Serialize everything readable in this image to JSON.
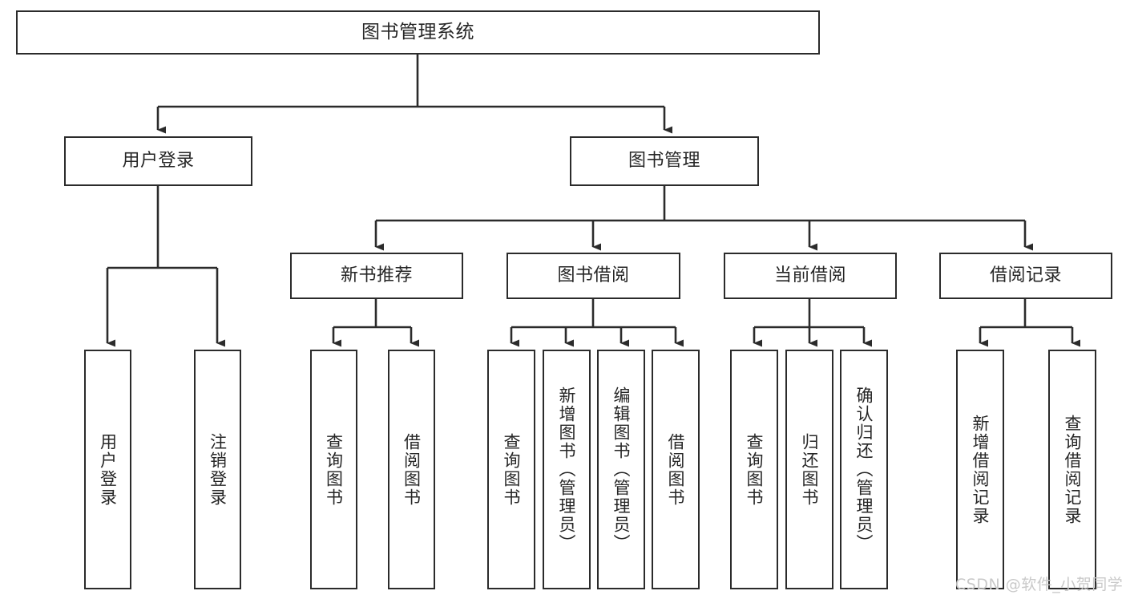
{
  "diagram": {
    "title": "图书管理系统",
    "type": "tree-hierarchy",
    "style": {
      "box_border_color": "#2b2b2b",
      "box_fill_color": "#ffffff",
      "edge_color": "#2b2b2b",
      "text_color": "#262626",
      "background": "#ffffff",
      "watermark_color": "#c9c9c9"
    },
    "levels": {
      "root": "图书管理系统",
      "level2": [
        "用户登录",
        "图书管理"
      ],
      "level3": [
        "新书推荐",
        "图书借阅",
        "当前借阅",
        "借阅记录"
      ]
    },
    "nodes": {
      "root": {
        "label": "图书管理系统"
      },
      "user_login": {
        "label": "用户登录"
      },
      "book_manage": {
        "label": "图书管理"
      },
      "new_book_rec": {
        "label": "新书推荐"
      },
      "book_borrow": {
        "label": "图书借阅"
      },
      "current_borrow": {
        "label": "当前借阅"
      },
      "borrow_record": {
        "label": "借阅记录"
      },
      "leaf_user_login": {
        "label": "用户登录"
      },
      "leaf_logout": {
        "label": "注销登录"
      },
      "leaf_query_book_1": {
        "label": "查询图书"
      },
      "leaf_borrow_book_1": {
        "label": "借阅图书"
      },
      "leaf_query_book_2": {
        "label": "查询图书"
      },
      "leaf_add_book_admin": {
        "label": "新增图书（管理员）"
      },
      "leaf_edit_book_admin": {
        "label": "编辑图书（管理员）"
      },
      "leaf_borrow_book_2": {
        "label": "借阅图书"
      },
      "leaf_query_book_3": {
        "label": "查询图书"
      },
      "leaf_return_book": {
        "label": "归还图书"
      },
      "leaf_confirm_return_admin": {
        "label": "确认归还（管理员）"
      },
      "leaf_add_borrow_record": {
        "label": "新增借阅记录"
      },
      "leaf_query_borrow_record": {
        "label": "查询借阅记录"
      }
    },
    "edges": [
      {
        "from": "root",
        "to": "user_login"
      },
      {
        "from": "root",
        "to": "book_manage"
      },
      {
        "from": "user_login",
        "to": "leaf_user_login"
      },
      {
        "from": "user_login",
        "to": "leaf_logout"
      },
      {
        "from": "book_manage",
        "to": "new_book_rec"
      },
      {
        "from": "book_manage",
        "to": "book_borrow"
      },
      {
        "from": "book_manage",
        "to": "current_borrow"
      },
      {
        "from": "book_manage",
        "to": "borrow_record"
      },
      {
        "from": "new_book_rec",
        "to": "leaf_query_book_1"
      },
      {
        "from": "new_book_rec",
        "to": "leaf_borrow_book_1"
      },
      {
        "from": "book_borrow",
        "to": "leaf_query_book_2"
      },
      {
        "from": "book_borrow",
        "to": "leaf_add_book_admin"
      },
      {
        "from": "book_borrow",
        "to": "leaf_edit_book_admin"
      },
      {
        "from": "book_borrow",
        "to": "leaf_borrow_book_2"
      },
      {
        "from": "current_borrow",
        "to": "leaf_query_book_3"
      },
      {
        "from": "current_borrow",
        "to": "leaf_return_book"
      },
      {
        "from": "current_borrow",
        "to": "leaf_confirm_return_admin"
      },
      {
        "from": "borrow_record",
        "to": "leaf_add_borrow_record"
      },
      {
        "from": "borrow_record",
        "to": "leaf_query_borrow_record"
      }
    ]
  },
  "watermark": {
    "text": "CSDN @软件_小贺同学"
  }
}
